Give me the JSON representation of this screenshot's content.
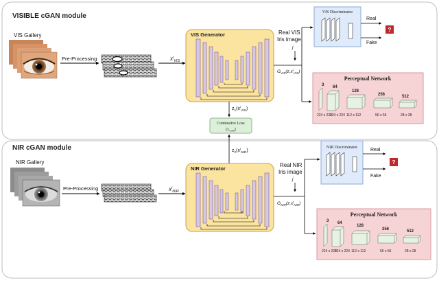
{
  "modules": {
    "visible": {
      "title": "VISIBLE cGAN module",
      "gallery_label": "VIS Gallery",
      "preprocessing_label": "Pre-Processing",
      "input_symbol": "x",
      "input_sup": "i",
      "input_sub": "VIS",
      "generator_label": "VIS Generator",
      "real_image_label_line1": "Real VIS",
      "real_image_label_line2": "Iris  image",
      "real_image_index": "j",
      "generator_output": "G",
      "generator_output_sub": "VIS",
      "generator_output_args": "(z,x",
      "generator_output_args_sup": "i",
      "generator_output_args_sub": "VIS",
      "generator_output_close": ")",
      "latent_label": "z",
      "latent_sub": "1",
      "latent_args": "(x",
      "latent_args_sup": "i",
      "latent_args_sub": "VIS",
      "latent_close": ")",
      "discriminator_label": "VIS Discriminator",
      "real_label": "Real",
      "fake_label": "Fake",
      "decision_symbol": "?",
      "perceptual_title": "Perceptual Network",
      "perceptual_channels": [
        "3",
        "64",
        "128",
        "256",
        "512"
      ],
      "perceptual_sizes": [
        "224 x 224",
        "224 x 224",
        "112 x 112",
        "56 x 56",
        "28 x 28"
      ]
    },
    "nir": {
      "title": "NIR cGAN module",
      "gallery_label": "NIR Gallery",
      "preprocessing_label": "Pre-Processing",
      "input_symbol": "x",
      "input_sup": "i",
      "input_sub": "NIR",
      "generator_label": "NIR Generator",
      "real_image_label_line1": "Real NIR",
      "real_image_label_line2": "Iris image",
      "real_image_index": "j",
      "generator_output": "G",
      "generator_output_sub": "NIR",
      "generator_output_args": "(z,x",
      "generator_output_args_sup": "i",
      "generator_output_args_sub": "NIR",
      "generator_output_close": ")",
      "latent_label": "z",
      "latent_sub": "2",
      "latent_args": "(x",
      "latent_args_sup": "i",
      "latent_args_sub": "NIR",
      "latent_close": ")",
      "discriminator_label": "NIR Discriminator",
      "real_label": "Real",
      "fake_label": "Fake",
      "decision_symbol": "?",
      "perceptual_title": "Perceptual Network",
      "perceptual_channels": [
        "3",
        "64",
        "128",
        "256",
        "512"
      ],
      "perceptual_sizes": [
        "224 x 224",
        "224 x 224",
        "112 x 112",
        "56 x 56",
        "28 x 28"
      ]
    }
  },
  "contrastive_loss": {
    "label": "Contrastive Loss",
    "symbol": "L",
    "symbol_sub": "cont"
  },
  "colors": {
    "generator_fill": "#fbe3a0",
    "generator_stroke": "#c9a24a",
    "discriminator_fill": "#dfeafa",
    "discriminator_stroke": "#8eaad4",
    "perceptual_fill": "#f6d3d4",
    "perceptual_stroke": "#d99a9c",
    "loss_fill": "#dcefd9",
    "loss_stroke": "#8cb888",
    "layer_fill": "#d7c7e6",
    "layer_stroke": "#7a6090",
    "decision_fill": "#c0282c",
    "module_stroke": "#bdbdbd"
  }
}
